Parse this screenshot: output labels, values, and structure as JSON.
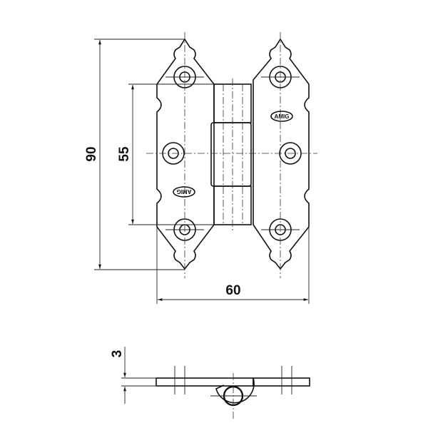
{
  "drawing": {
    "dimensions": {
      "height": "90",
      "hole_spacing": "55",
      "width": "60",
      "thickness": "3"
    },
    "logo_text": "AMIG",
    "stroke_color": "#111111",
    "background": "#ffffff"
  }
}
